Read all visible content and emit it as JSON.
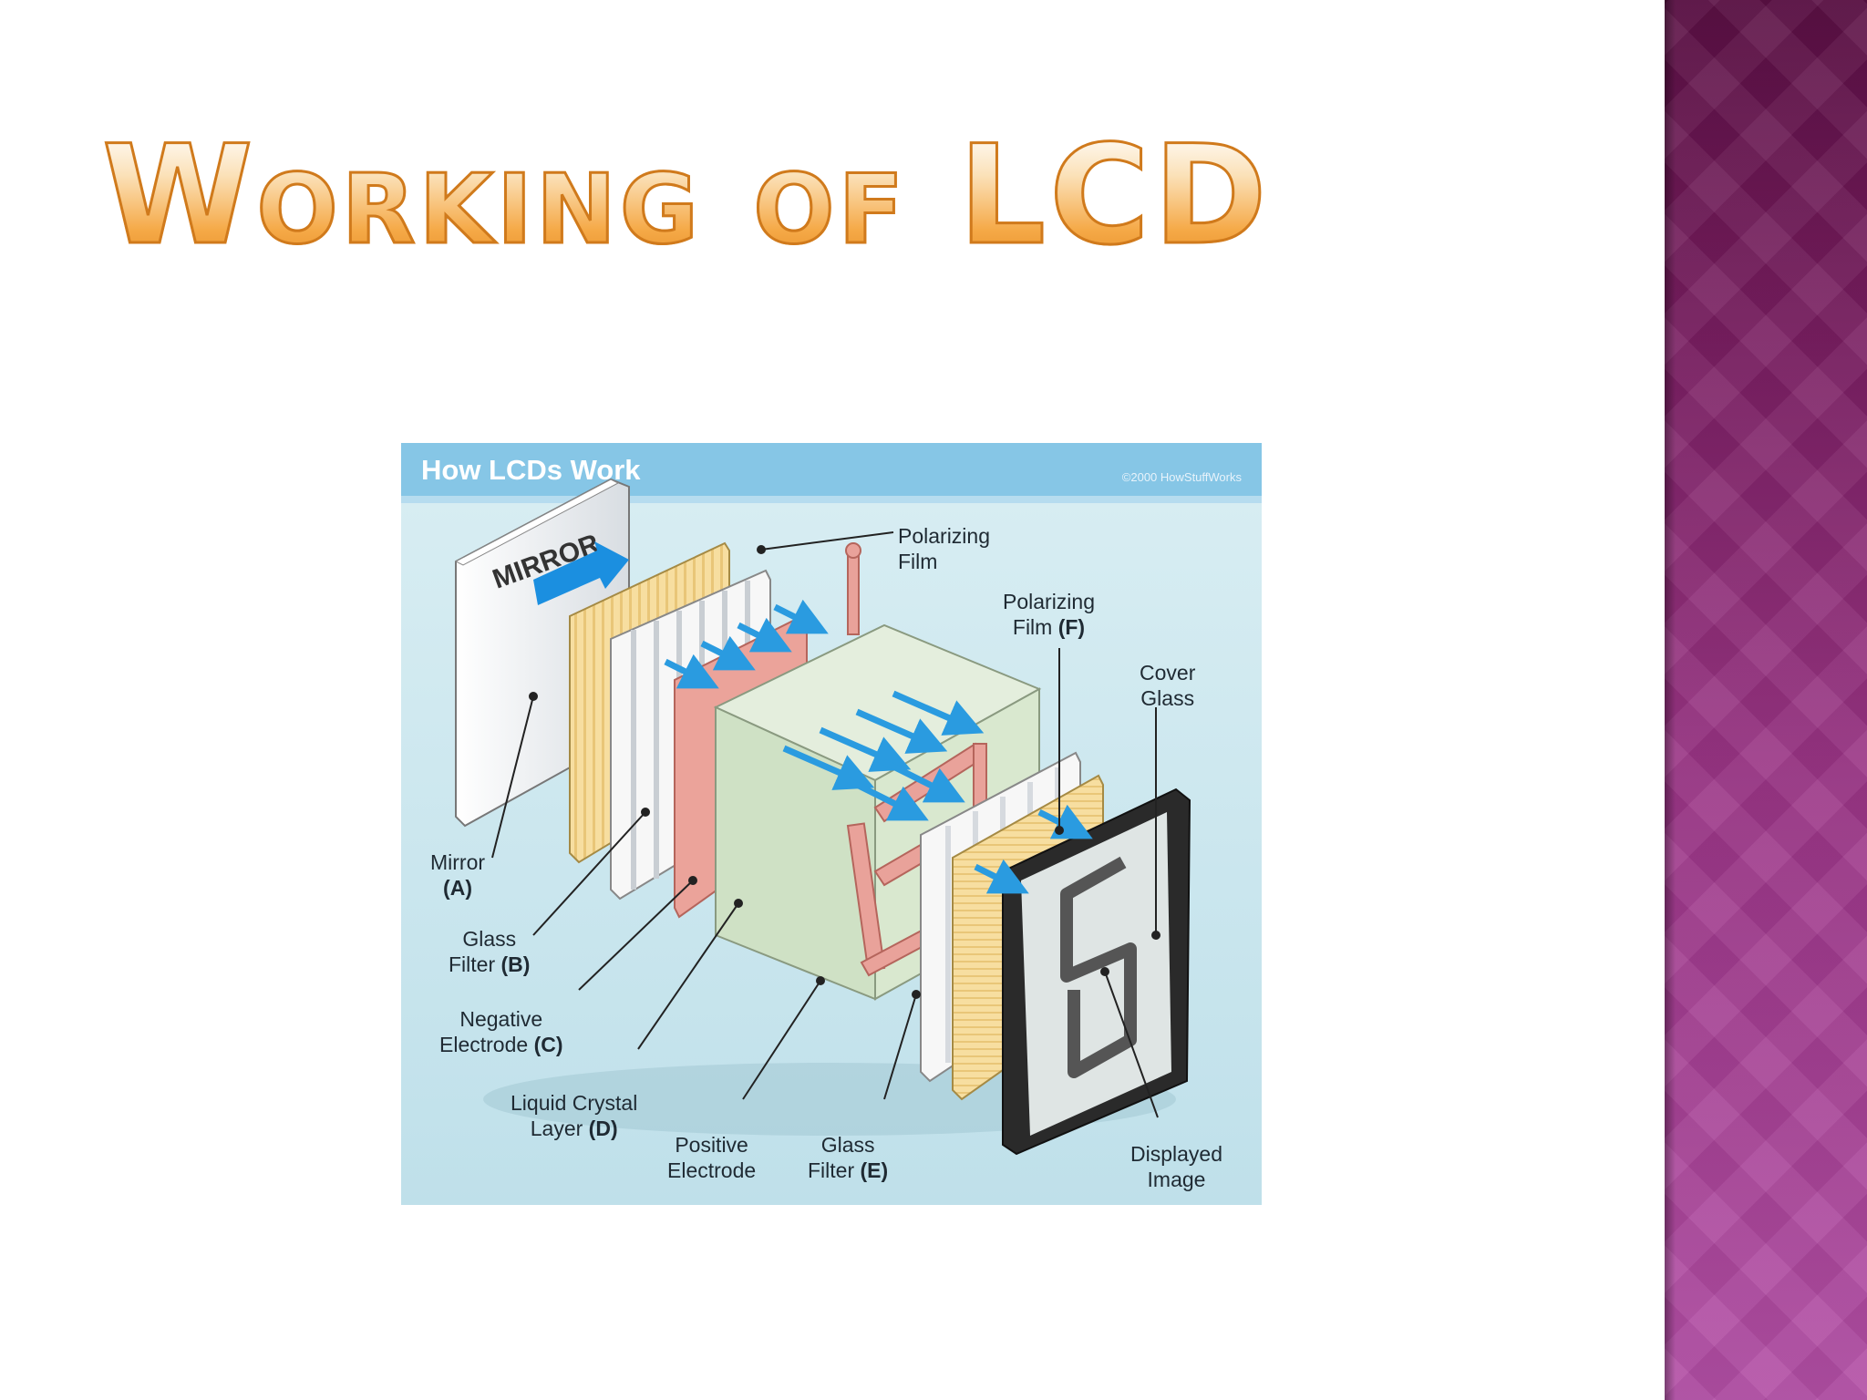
{
  "slide": {
    "title": "Working of LCD",
    "accent_colors": {
      "title_fill": "#f4a93c",
      "title_stroke": "#d07a1c",
      "side_band_top": "#5a0f43",
      "side_band_bottom": "#b24ea5"
    }
  },
  "diagram": {
    "header": "How LCDs Work",
    "credit": "©2000 HowStuffWorks",
    "background_color": "#cfe8ef",
    "header_color": "#7fbfe0",
    "mirror_text": "MIRROR",
    "labels": {
      "polarizing_film_top": [
        "Polarizing",
        "Film"
      ],
      "polarizing_film_f": [
        "Polarizing",
        "Film ",
        "(F)"
      ],
      "cover_glass": [
        "Cover",
        "Glass"
      ],
      "mirror": [
        "Mirror",
        "(A)"
      ],
      "glass_filter_b": [
        "Glass",
        "Filter ",
        "(B)"
      ],
      "negative_electrode": [
        "Negative",
        "Electrode ",
        "(C)"
      ],
      "liquid_crystal": [
        "Liquid Crystal",
        "Layer ",
        "(D)"
      ],
      "positive_electrode": [
        "Positive",
        "Electrode"
      ],
      "glass_filter_e": [
        "Glass",
        "Filter ",
        "(E)"
      ],
      "displayed_image": [
        "Displayed",
        "Image"
      ]
    }
  }
}
